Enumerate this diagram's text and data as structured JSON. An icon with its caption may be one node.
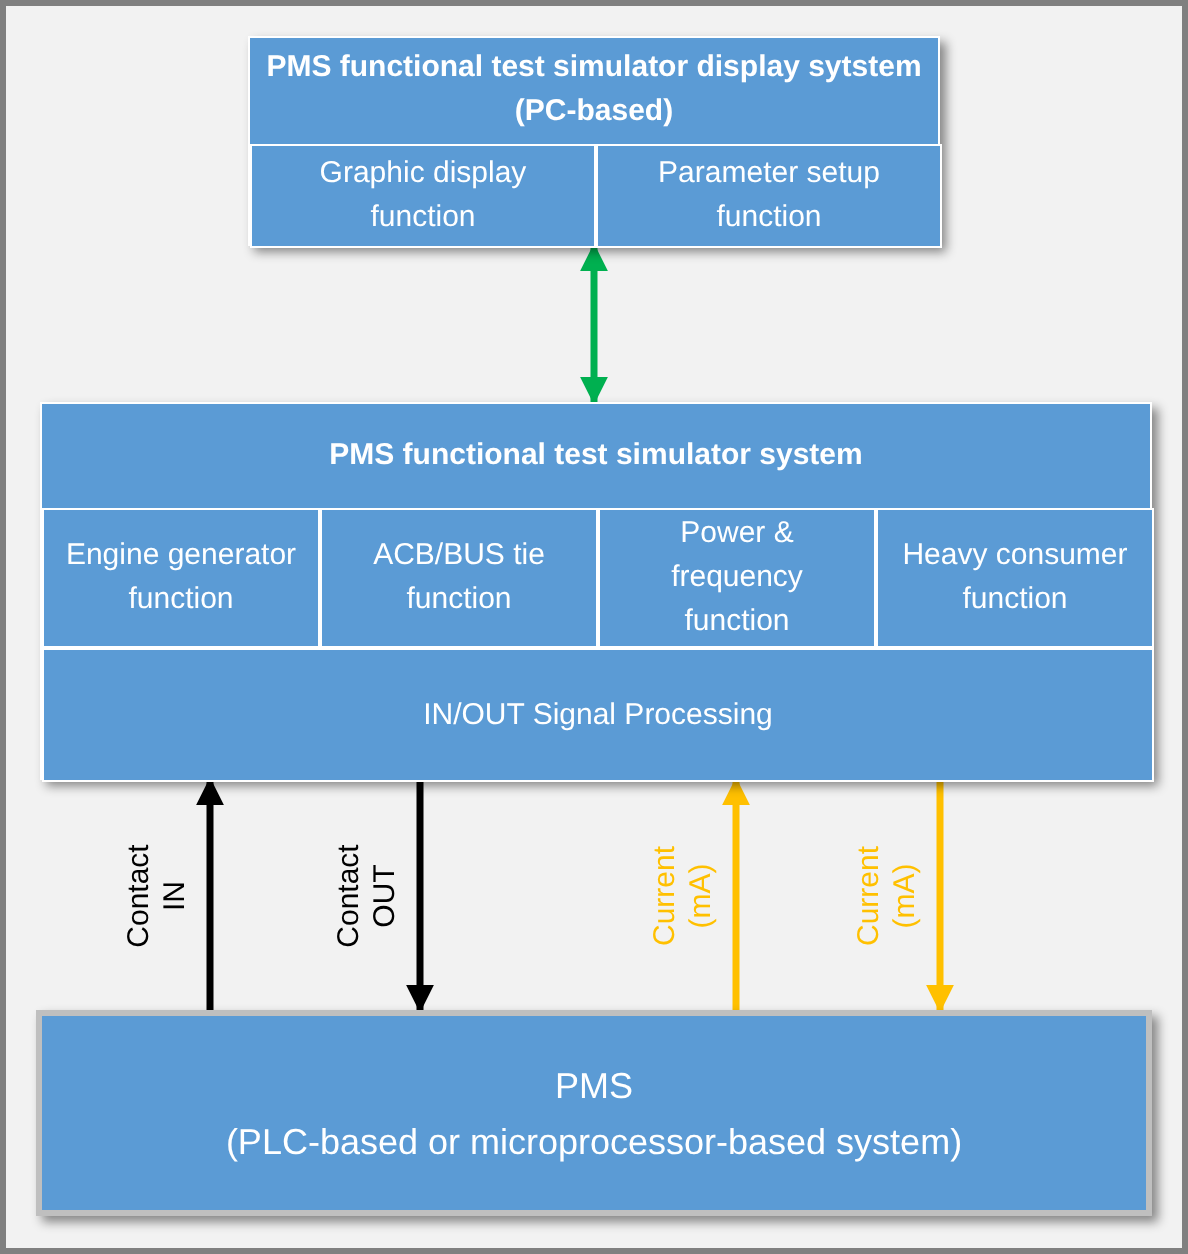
{
  "diagram": {
    "nodes": [
      {
        "text": [
          "PMS functional test simulator display sytstem (PC-based)"
        ]
      },
      {
        "text": [
          "Graphic display function"
        ],
        "in": 0
      },
      {
        "text": [
          "Parameter setup function"
        ],
        "in": 0
      },
      {
        "text": [
          "PMS functional test simulator system"
        ]
      },
      {
        "text": [
          "Engine generator function"
        ],
        "in": 3
      },
      {
        "text": [
          "ACB/BUS tie function"
        ],
        "in": 3
      },
      {
        "text": [
          "Power & frequency function"
        ],
        "in": 3
      },
      {
        "text": [
          "Heavy consumer function"
        ],
        "in": 3
      },
      {
        "text": [
          "IN/OUT Signal Processing"
        ],
        "in": 3
      },
      {
        "text": [
          "PMS",
          "(PLC-based or microprocessor-based system)"
        ]
      }
    ],
    "edges": [
      {
        "from": 0,
        "to": 3,
        "arrow": "both",
        "color": "#00b050"
      },
      {
        "from": 9,
        "to": 8,
        "arrow": "to",
        "label": "Contact IN",
        "color": "#000000"
      },
      {
        "from": 8,
        "to": 9,
        "arrow": "to",
        "label": "Contact OUT",
        "color": "#000000"
      },
      {
        "from": 9,
        "to": 8,
        "arrow": "to",
        "label": "Current (mA)",
        "color": "#ffc000"
      },
      {
        "from": 8,
        "to": 9,
        "arrow": "to",
        "label": "Current (mA)",
        "color": "#ffc000"
      }
    ]
  }
}
